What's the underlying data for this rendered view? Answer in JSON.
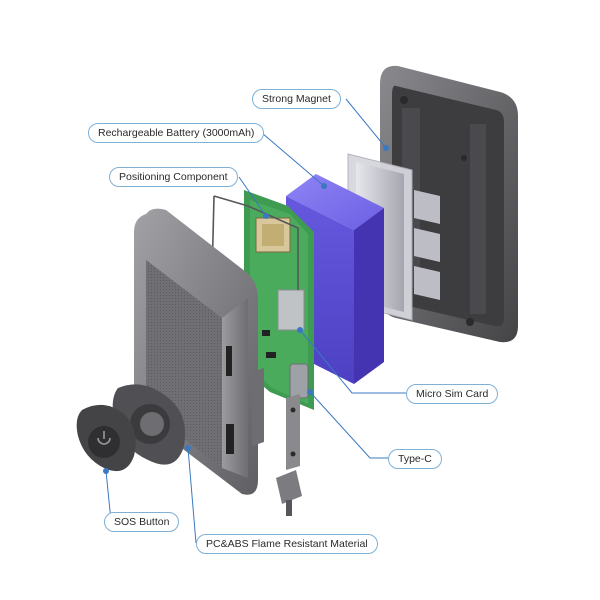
{
  "labels": {
    "strong_magnet": "Strong Magnet",
    "battery": "Rechargeable Battery (3000mAh)",
    "positioning": "Positioning Component",
    "micro_sim": "Micro Sim Card",
    "type_c": "Type-C",
    "sos_button": "SOS Button",
    "material": "PC&ABS Flame Resistant Material"
  },
  "colors": {
    "leader_line": "#3a78c2",
    "label_border": "#7fb0d6",
    "battery": "#6a5ce6",
    "pcb": "#3f9a52",
    "housing": "#7c7c80",
    "back_cover": "#5a5a5e",
    "magnet": "#c4c4cc"
  }
}
